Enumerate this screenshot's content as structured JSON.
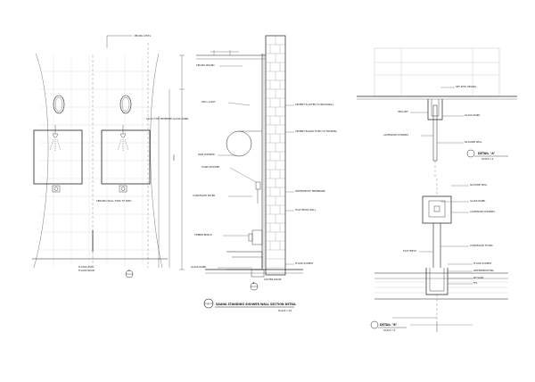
{
  "drawing": {
    "main_title": "SAUNA STANDING SHOWER WALL SECTION DETAIL",
    "main_scale": "SCALE 1:10",
    "main_bubble": "1",
    "detail_a_title": "DETAIL \"A\"",
    "detail_a_scale": "SCALE 1:2",
    "detail_b_title": "DETAIL \"B\"",
    "detail_b_scale": "SCALE 1:2"
  },
  "elevation_labels": {
    "ceiling_ref": "CEILING LEVEL",
    "shower_glass": "10mm THK TEMPERED GLASS PANEL",
    "floor_note": "FLOOR LEVEL",
    "tile_note": "CERAMIC WALL TILES TO SPEC",
    "floor_drain": "FLOOR DRAIN",
    "bubble_a": "A"
  },
  "section_labels": {
    "ceiling": "CEILING BOARD",
    "light": "WALL LIGHT",
    "shower_head": "RAIN SHOWER",
    "hand_shower": "HAND SHOWER",
    "mixer": "CONCEALED MIXER",
    "bench": "TIMBER BENCH",
    "glass": "GLASS PANEL",
    "drain": "GUTTER DRAIN",
    "right_top": "CEMENT PLASTER TO BRICKWALL",
    "right_mid1": "CEMENT BOARD FIXED TO FRAMING",
    "right_mid2": "WATERPROOF MEMBRANE",
    "right_mid3": "HALF BRICK WALL",
    "right_bottom": "FLOOR SCREED",
    "dim_top": "2700",
    "bubble_b": "B"
  },
  "detail_a_labels": {
    "n1": "SET INTO CEILING",
    "n2": "SEALANT",
    "n3": "ALUMINIUM CHANNEL",
    "n4": "GLASS PANEL",
    "n5": "SILICONE SEAL"
  },
  "detail_b_labels": {
    "n1": "SILICONE SEAL",
    "n2": "GLASS PANEL",
    "n3": "ALUMINIUM CHANNEL",
    "n4": "CONCEALED FIXING",
    "n5": "TILE FINISH",
    "n6": "FLOOR SCREED",
    "n7": "WATERPROOFING",
    "n8": "RC SLAB",
    "n9": "FFL"
  }
}
